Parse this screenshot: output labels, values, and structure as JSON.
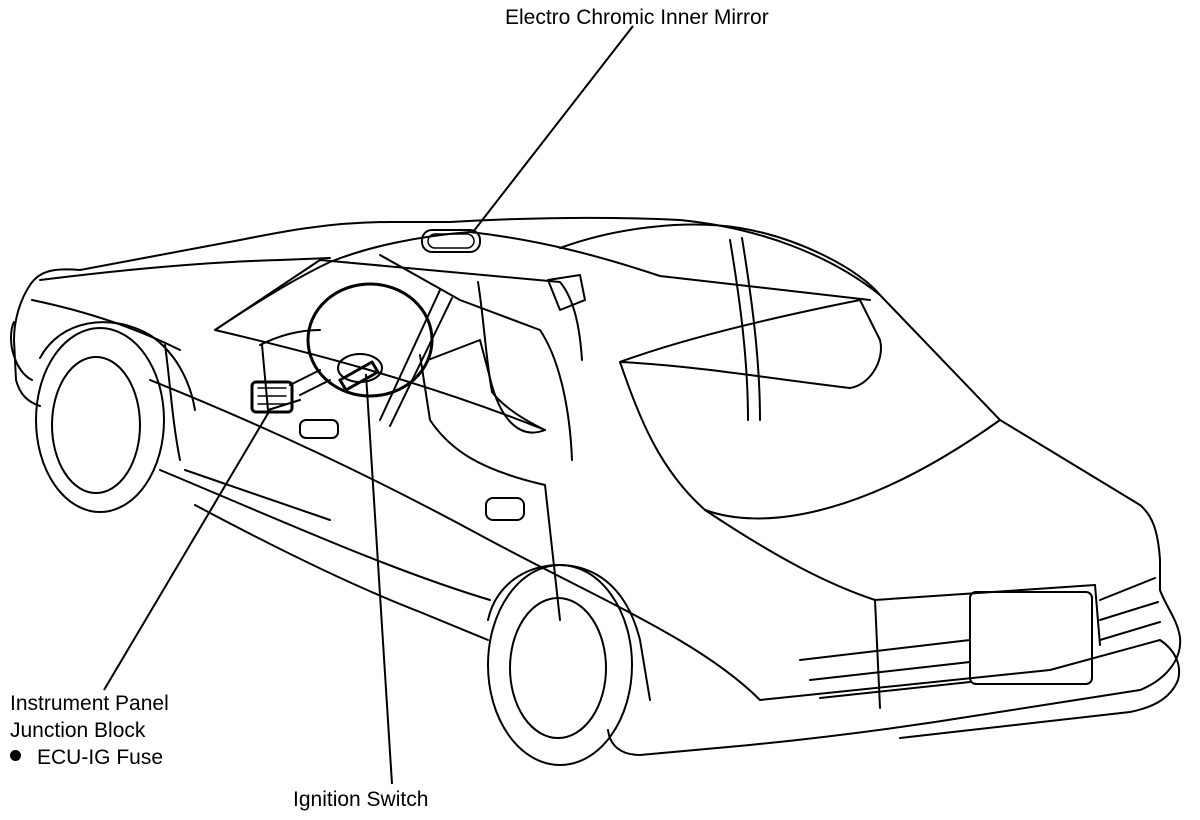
{
  "diagram": {
    "labels": {
      "mirror": "Electro Chromic Inner Mirror",
      "junction_line1": "Instrument Panel",
      "junction_line2": "Junction Block",
      "junction_line3": "ECU-IG Fuse",
      "ignition": "Ignition Switch"
    },
    "colors": {
      "line": "#000000",
      "background": "#ffffff"
    },
    "icons": {
      "bullet": "filled-circle-bullet-icon"
    }
  }
}
